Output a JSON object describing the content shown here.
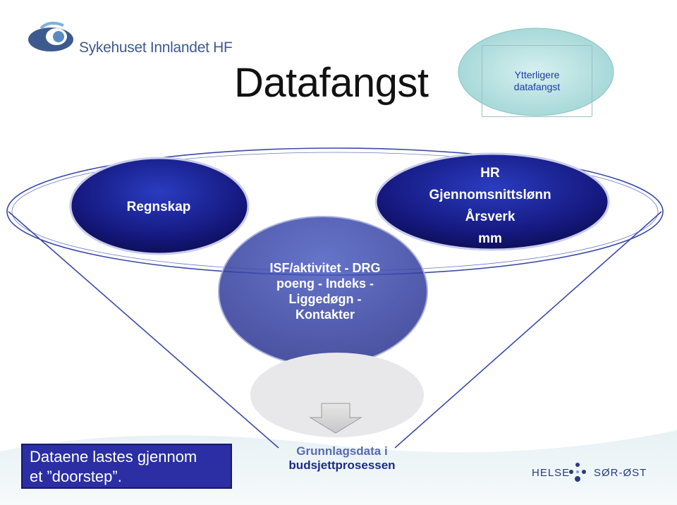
{
  "header": {
    "logo_text": "Sykehuset Innlandet HF",
    "title": "Datafangst"
  },
  "extra_button": {
    "line1": "Ytterligere",
    "line2": "datafangst"
  },
  "sources": {
    "regnskap": "Regnskap",
    "hr_lines": [
      "HR",
      "Gjennomsnittslønn",
      "Årsverk",
      "mm"
    ],
    "isf_lines": [
      "ISF/aktivitet  - DRG",
      "poeng  - Indeks  -",
      "Liggedøgn  -",
      "Kontakter"
    ]
  },
  "info_box": {
    "line1": "Dataene lastes gjennom",
    "line2": "et ”doorstep”."
  },
  "bottom_label": {
    "line1": "Grunnlagsdata i",
    "line2": "budsjettprosessen"
  },
  "footer_logo": {
    "left": "HELSE",
    "right": "SØR-ØST"
  },
  "colors": {
    "dark_blue": "#16197a",
    "mid_blue": "#2b2fa3",
    "funnel_line": "#3b4aa8",
    "teal": "#a9dada"
  }
}
